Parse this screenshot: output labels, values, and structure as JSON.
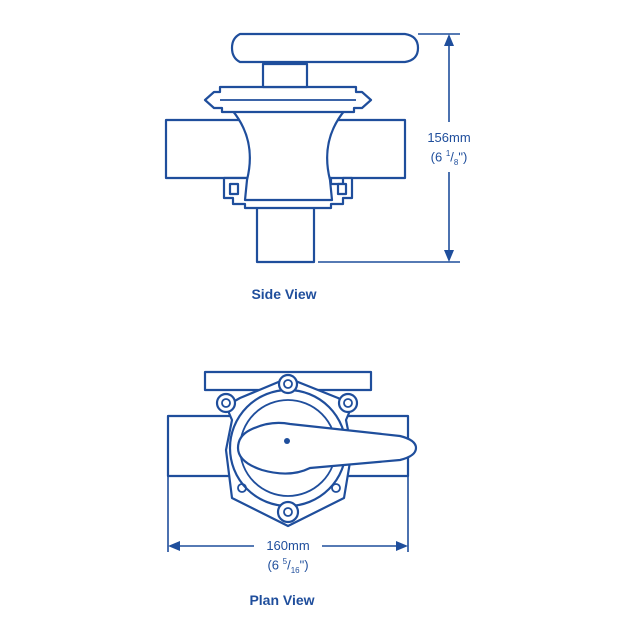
{
  "side_view": {
    "caption": "Side View",
    "height_dimension": {
      "metric": "156mm",
      "imperial_prefix": "(6 ",
      "fraction_num": "1",
      "fraction_slash": "/",
      "fraction_den": "8",
      "imperial_suffix": "\")"
    }
  },
  "plan_view": {
    "caption": "Plan View",
    "width_dimension": {
      "metric": "160mm",
      "imperial_prefix": "(6 ",
      "fraction_num": "5",
      "fraction_slash": "/",
      "fraction_den": "16",
      "imperial_suffix": "\")"
    }
  },
  "colors": {
    "line": "#1f4e9c",
    "background": "#ffffff"
  }
}
